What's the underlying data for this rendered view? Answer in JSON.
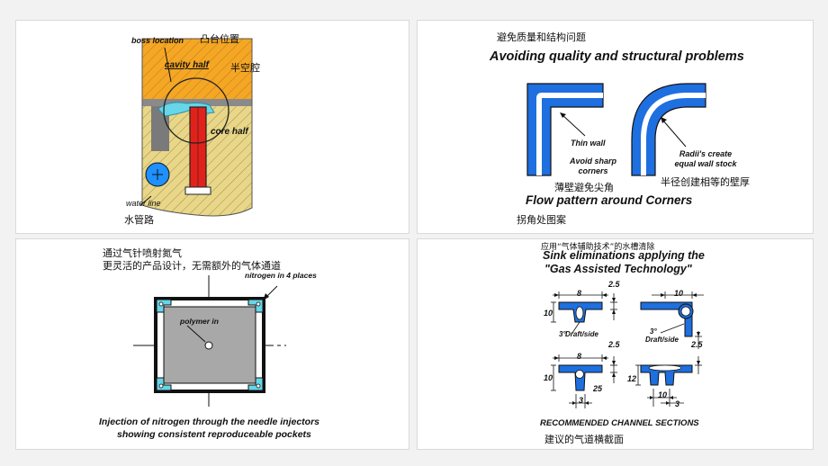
{
  "panel1": {
    "boss_location": "boss location",
    "boss_location_zh": "凸台位置",
    "cavity_half": "cavity half",
    "cavity_half_zh": "半空腔",
    "core_half": "core half",
    "water_line": "water line",
    "water_line_zh": "水管路"
  },
  "panel2": {
    "title_zh": "避免质量和结构问题",
    "title": "Avoiding quality and structural problems",
    "thin_wall": "Thin wall",
    "avoid_sharp_1": "Avoid sharp",
    "avoid_sharp_2": "corners",
    "radii_1": "Radii's create",
    "radii_2": "equal wall stock",
    "left_caption_zh": "薄壁避免尖角",
    "right_caption_zh": "半径创建相等的壁厚",
    "flow_pattern": "Flow pattern around Corners",
    "flow_pattern_zh": "拐角处图案"
  },
  "panel3": {
    "line1_zh": "通过气针喷射氮气",
    "line2_zh": "更灵活的产品设计，无需额外的气体通道",
    "nitrogen_label": "nitrogen in 4 places",
    "polymer_in": "polymer in",
    "caption_1": "Injection of nitrogen through the needle injectors",
    "caption_2": "showing consistent reproduceable pockets"
  },
  "panel4": {
    "title_zh": "应用“气体辅助技术”的水槽清除",
    "title_1": "Sink eliminations applying the",
    "title_2": "\"Gas Assisted Technology\"",
    "dims": {
      "tl_w": "8",
      "tl_t": "2.5",
      "tl_h": "10",
      "tr_w": "10",
      "draft_1": "3°",
      "draft_1b": "Draft/side",
      "draft_2": "3°",
      "draft_2b": "Draft/side",
      "tr_t": "2.5",
      "bl_w": "8",
      "bl_t": "2.5",
      "bl_h": "10",
      "bl_r": "25",
      "bl_b": "3",
      "br_h": "12",
      "br_w": "10",
      "br_b": "3"
    },
    "caption": "RECOMMENDED CHANNEL SECTIONS",
    "caption_zh": "建议的气道横截面"
  },
  "colors": {
    "blue": "#1e6fe0",
    "orange": "#f5a623",
    "olive": "#e9d787",
    "gray": "#7a7a7a",
    "red": "#e3211b",
    "cyan": "#66d6e8"
  }
}
